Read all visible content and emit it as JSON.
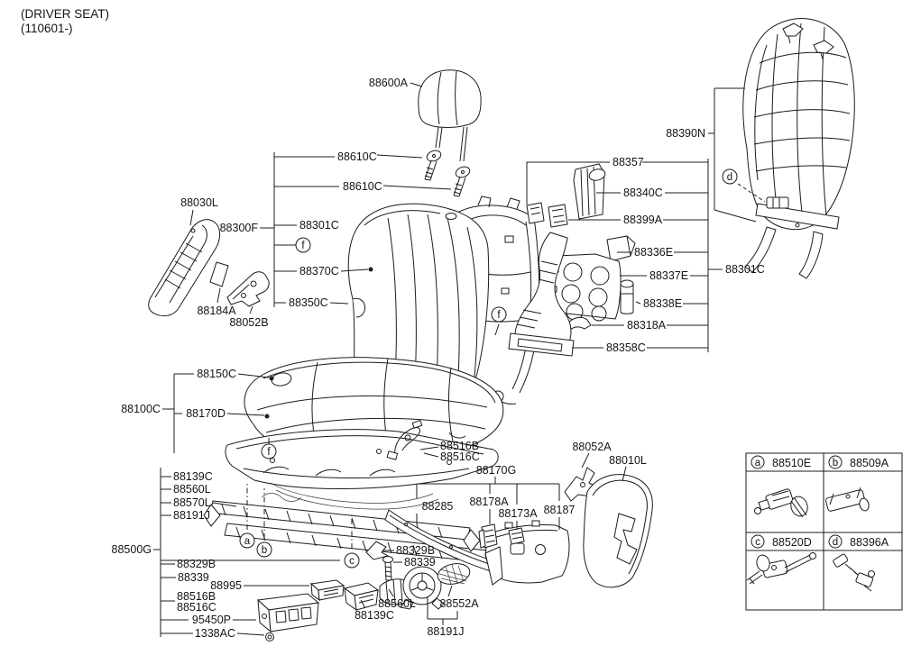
{
  "title": {
    "line1": "(DRIVER SEAT)",
    "line2": "(110601-)"
  },
  "colors": {
    "line": "#1c1c1c",
    "background": "#ffffff"
  },
  "labels": [
    "88600A",
    "88610C",
    "88610C",
    "88030L",
    "88300F",
    "88301C",
    "88370C",
    "88350C",
    "88184A",
    "88052B",
    "88150C",
    "88100C",
    "88170D",
    "88357",
    "88340C",
    "88399A",
    "88336E",
    "88337E",
    "88338E",
    "88318A",
    "88358C",
    "88390N",
    "88301C",
    "88052A",
    "88010L",
    "88516B",
    "88516C",
    "88170G",
    "88285",
    "88178A",
    "88173A",
    "88187",
    "88139C",
    "88560L",
    "88570L",
    "88191J",
    "88500G",
    "88329B",
    "88339",
    "88995",
    "88516B",
    "88516C",
    "95450P",
    "1338AC",
    "88329B",
    "88339",
    "88560L",
    "88139C",
    "88552A",
    "88191J"
  ],
  "callouts": {
    "a": "a",
    "b": "b",
    "c": "c",
    "d": "d",
    "f": "f"
  },
  "legend": {
    "cells": [
      {
        "letter": "a",
        "part": "88510E"
      },
      {
        "letter": "b",
        "part": "88509A"
      },
      {
        "letter": "c",
        "part": "88520D"
      },
      {
        "letter": "d",
        "part": "88396A"
      }
    ]
  }
}
